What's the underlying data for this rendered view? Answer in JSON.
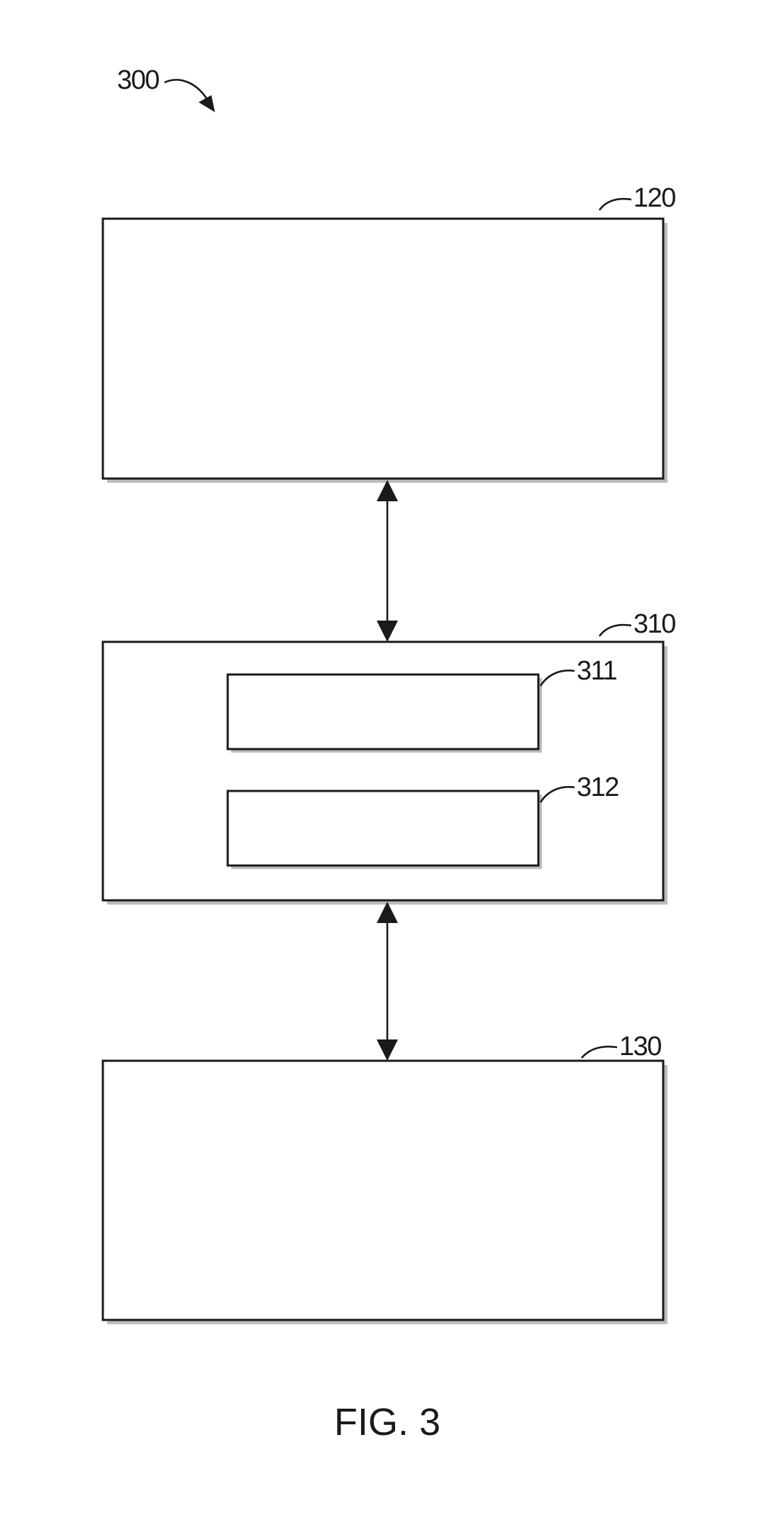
{
  "figure": {
    "ref": "300",
    "caption": "FIG. 3"
  },
  "blocks": {
    "top": {
      "ref": "120"
    },
    "middle": {
      "ref": "310",
      "inner_a": {
        "ref": "311"
      },
      "inner_b": {
        "ref": "312"
      }
    },
    "bottom": {
      "ref": "130"
    }
  },
  "connections": [
    {
      "from": "120",
      "to": "310",
      "direction": "bidirectional"
    },
    {
      "from": "310",
      "to": "130",
      "direction": "bidirectional"
    }
  ]
}
